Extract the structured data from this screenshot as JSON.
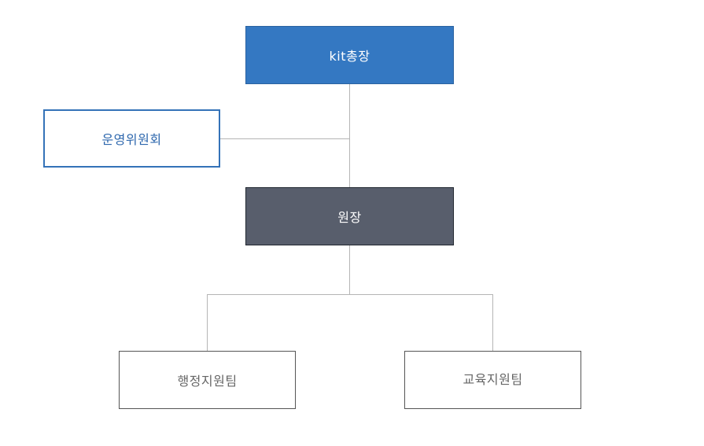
{
  "org_chart": {
    "president": "kit총장",
    "committee": "운영위원회",
    "director": "원장",
    "teams": [
      "행정지원팀",
      "교육지원팀"
    ]
  },
  "colors": {
    "president_fill": "#3478c2",
    "committee_border": "#3472b8",
    "director_fill": "#585e6c",
    "connector": "#b5b5b5"
  }
}
